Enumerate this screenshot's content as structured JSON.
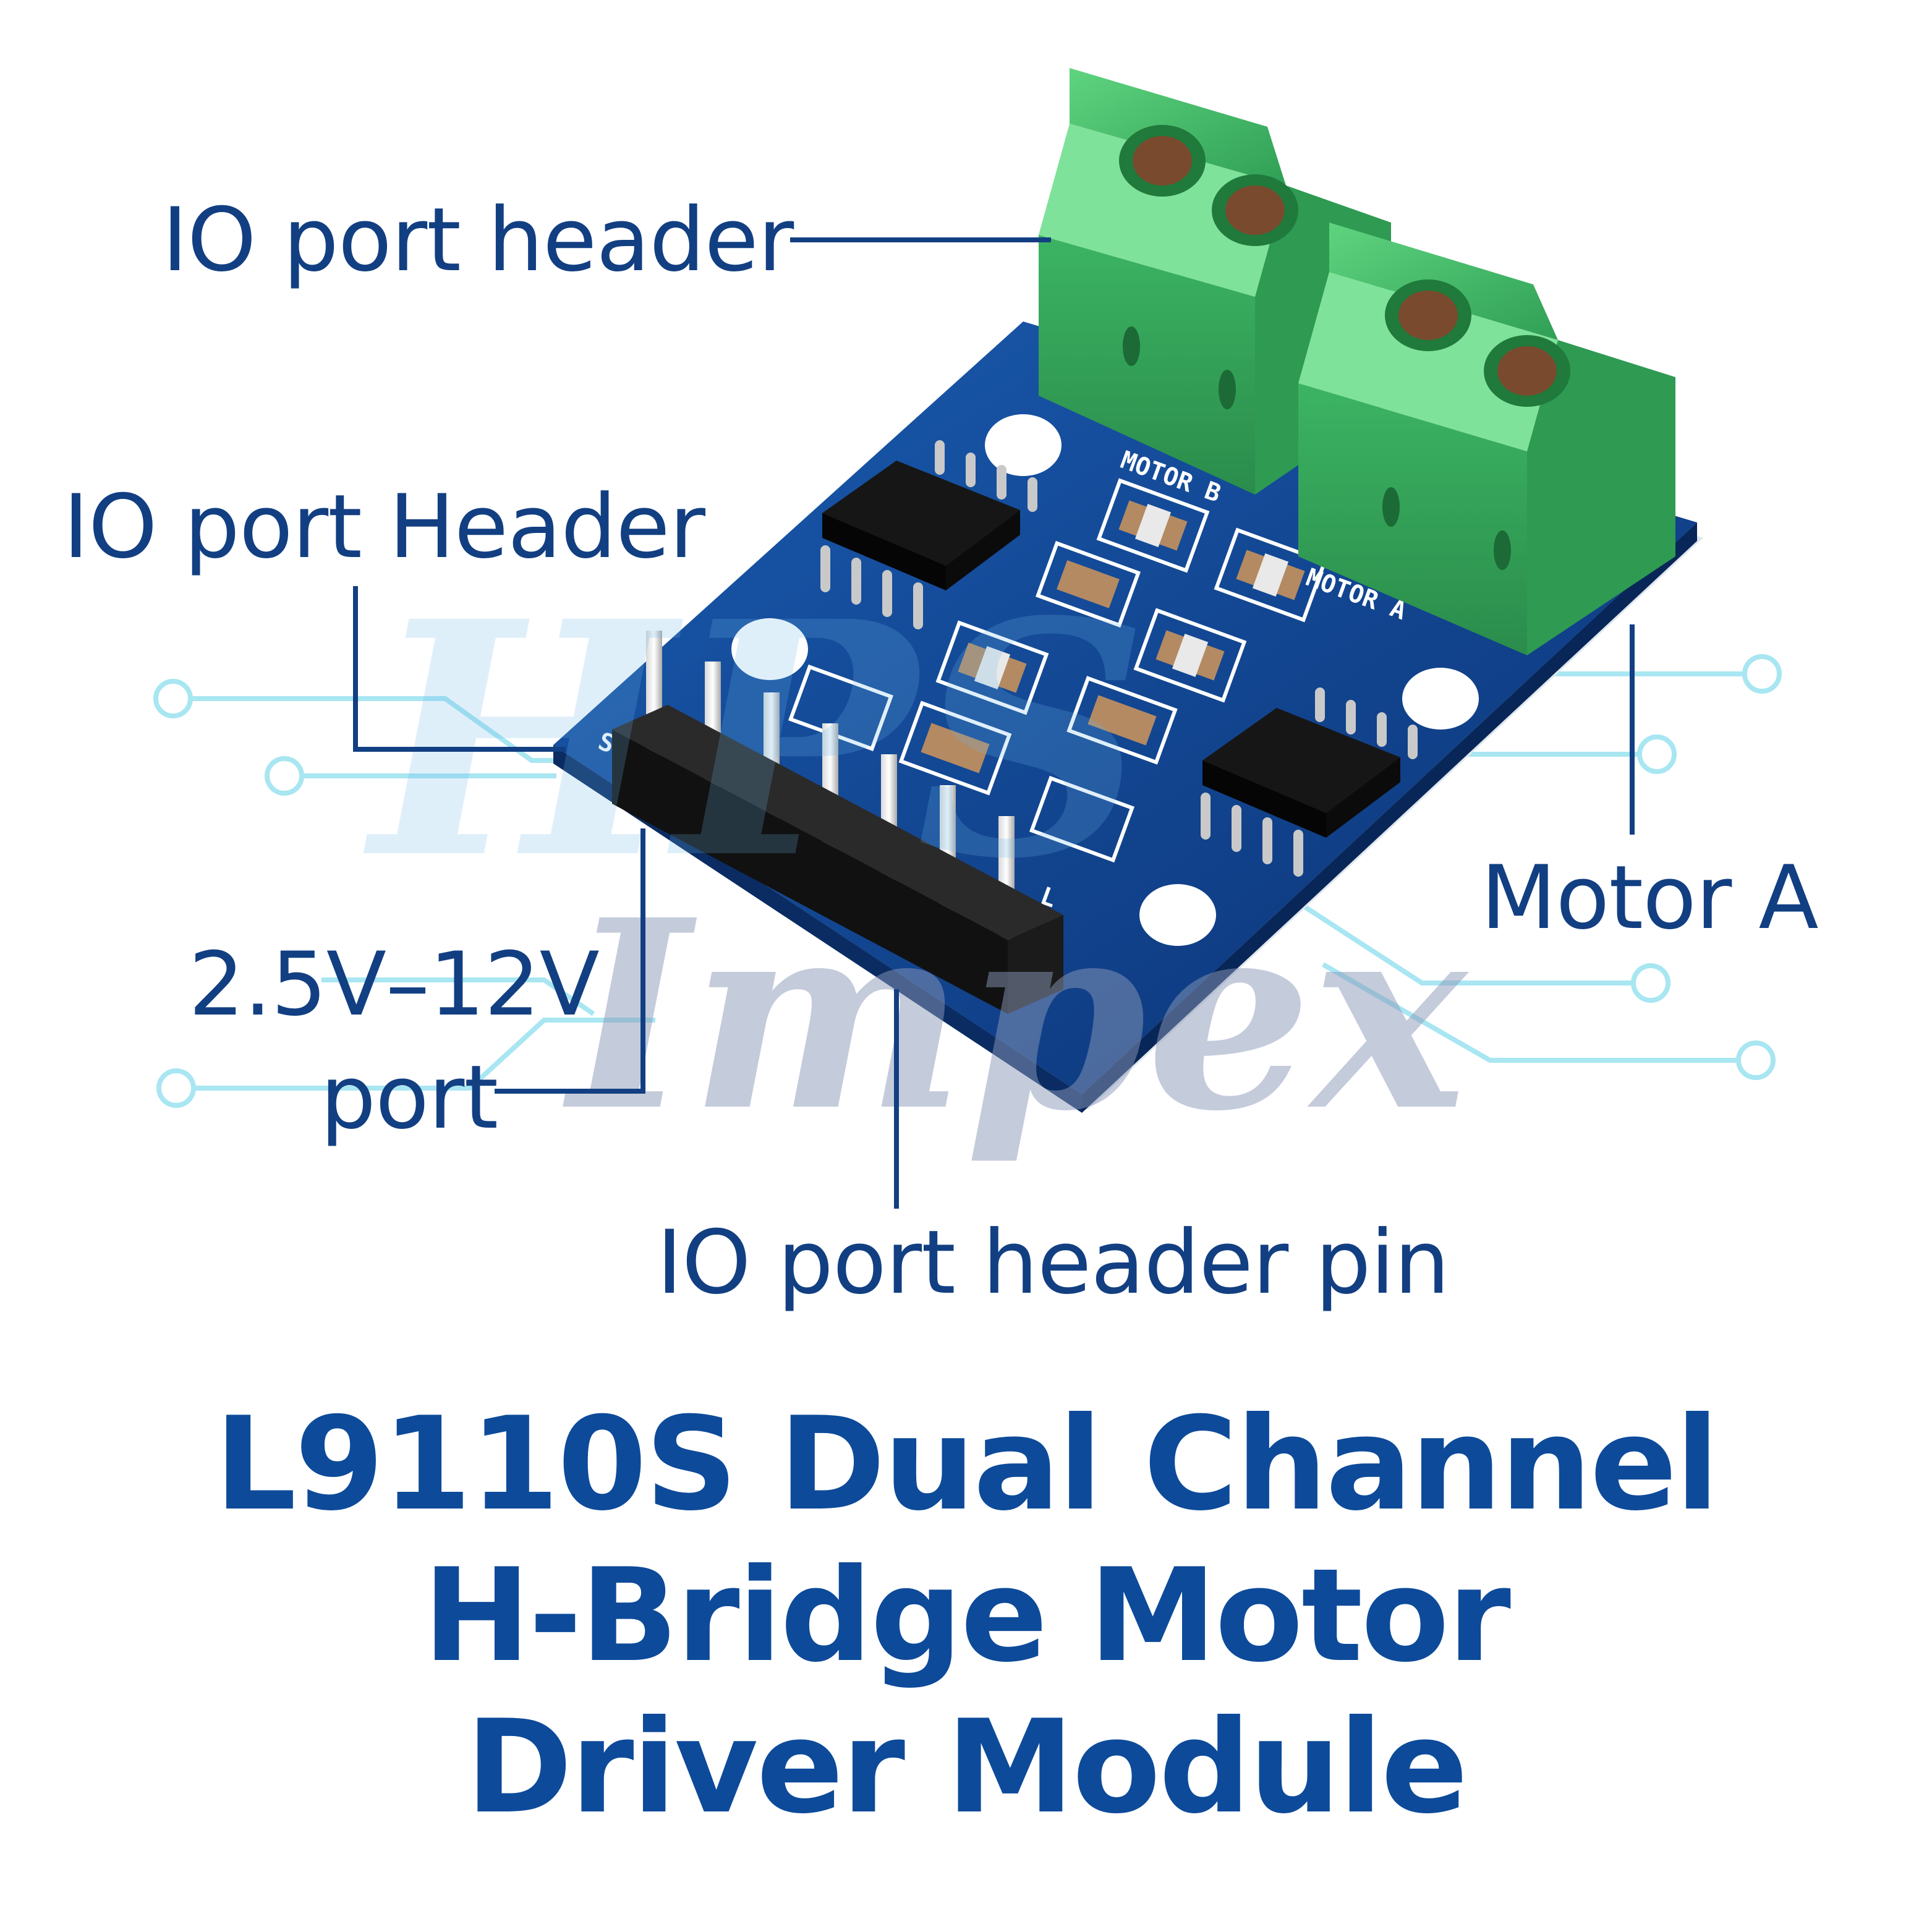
{
  "labels": {
    "top_header": "IO port header",
    "left_header": "IO port Header",
    "voltage_line1": "2.5V–12V",
    "voltage_line2": "port",
    "bottom_pin": "IO port header pin",
    "motor_a": "Motor A"
  },
  "silkscreen": {
    "motor_b": "MOTOR B",
    "motor_a": "MOTOR A",
    "pin_s": "S",
    "pin_l": "L"
  },
  "watermark": {
    "line1": "HPS",
    "line2": "Impex"
  },
  "title": {
    "line1": "L9110S Dual Channel",
    "line2": "H-Bridge Motor",
    "line3": "Driver Module"
  },
  "colors": {
    "label_text": "#123f82",
    "title_text": "#0d4a9a",
    "pcb_blue": "#0f3f86",
    "terminal_green": "#3fb968",
    "circuit_trace": "#a8e6f2"
  }
}
